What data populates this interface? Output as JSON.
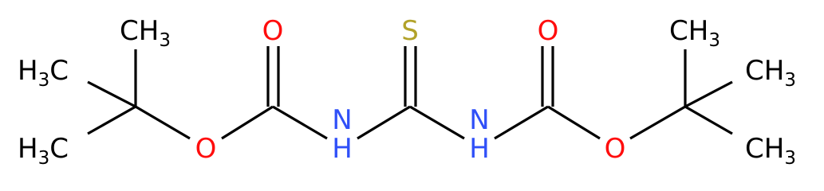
{
  "molecule": {
    "colors": {
      "carbon": "#000000",
      "oxygen": "#ff0d0d",
      "nitrogen": "#3050f8",
      "sulfur": "#b2a229",
      "bond": "#000000"
    },
    "atoms": {
      "methyl_left_top": {
        "main": "CH",
        "sub": "3"
      },
      "methyl_left_mid_h": "H",
      "methyl_left_mid_sub": "3",
      "methyl_left_mid_c": "C",
      "methyl_left_bot_h": "H",
      "methyl_left_bot_sub": "3",
      "methyl_left_bot_c": "C",
      "oxygen_carbonyl_left": "O",
      "oxygen_ester_left": "O",
      "nitrogen_left": "N",
      "nitrogen_left_h": "H",
      "sulfur": "S",
      "nitrogen_right": "N",
      "nitrogen_right_h": "H",
      "oxygen_carbonyl_right": "O",
      "oxygen_ester_right": "O",
      "methyl_right_top": {
        "main": "CH",
        "sub": "3"
      },
      "methyl_right_mid": {
        "main": "CH",
        "sub": "3"
      },
      "methyl_right_bot": {
        "main": "CH",
        "sub": "3"
      }
    }
  }
}
